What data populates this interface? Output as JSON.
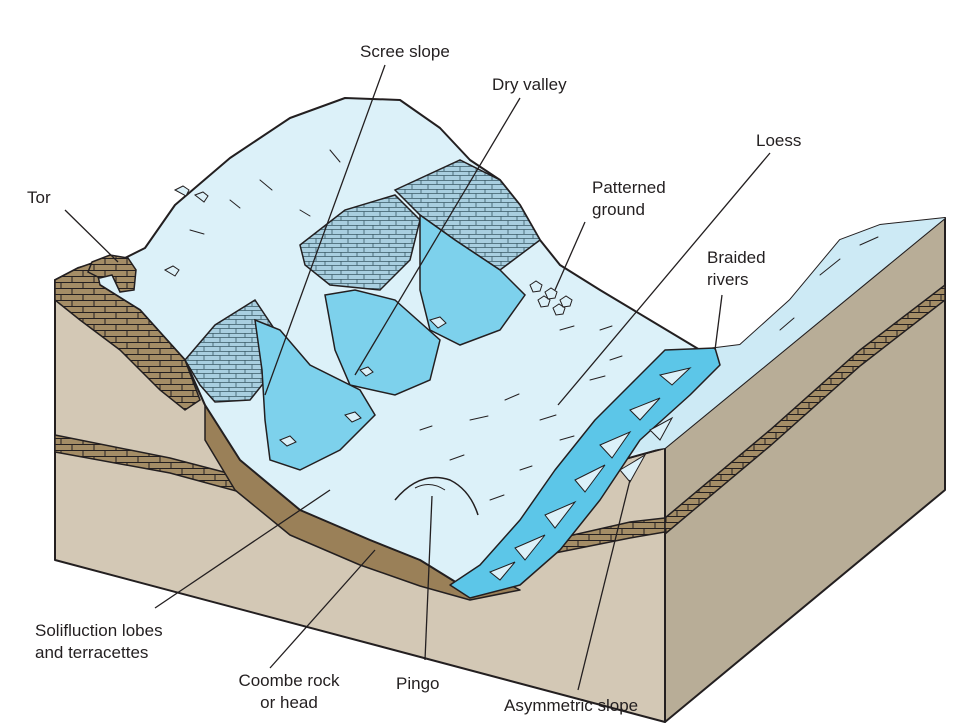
{
  "labels": {
    "scree_slope": "Scree slope",
    "dry_valley": "Dry valley",
    "loess": "Loess",
    "tor": "Tor",
    "patterned_ground": "Patterned\nground",
    "braided_rivers": "Braided\nrivers",
    "solifluction": "Solifluction lobes\nand terracettes",
    "coombe_rock": "Coombe rock\nor head",
    "pingo": "Pingo",
    "asymmetric_slope": "Asymmetric slope"
  },
  "colors": {
    "snow": "#dcf1f9",
    "snow_shade": "#c6e6f2",
    "fan_blue": "#7dd1ec",
    "river_blue": "#5cc6e8",
    "scree": "#a9cfe0",
    "rock_front": "#d3c8b5",
    "rock_side": "#b8ad97",
    "rock_band": "#a48d66",
    "outline": "#231f20"
  }
}
